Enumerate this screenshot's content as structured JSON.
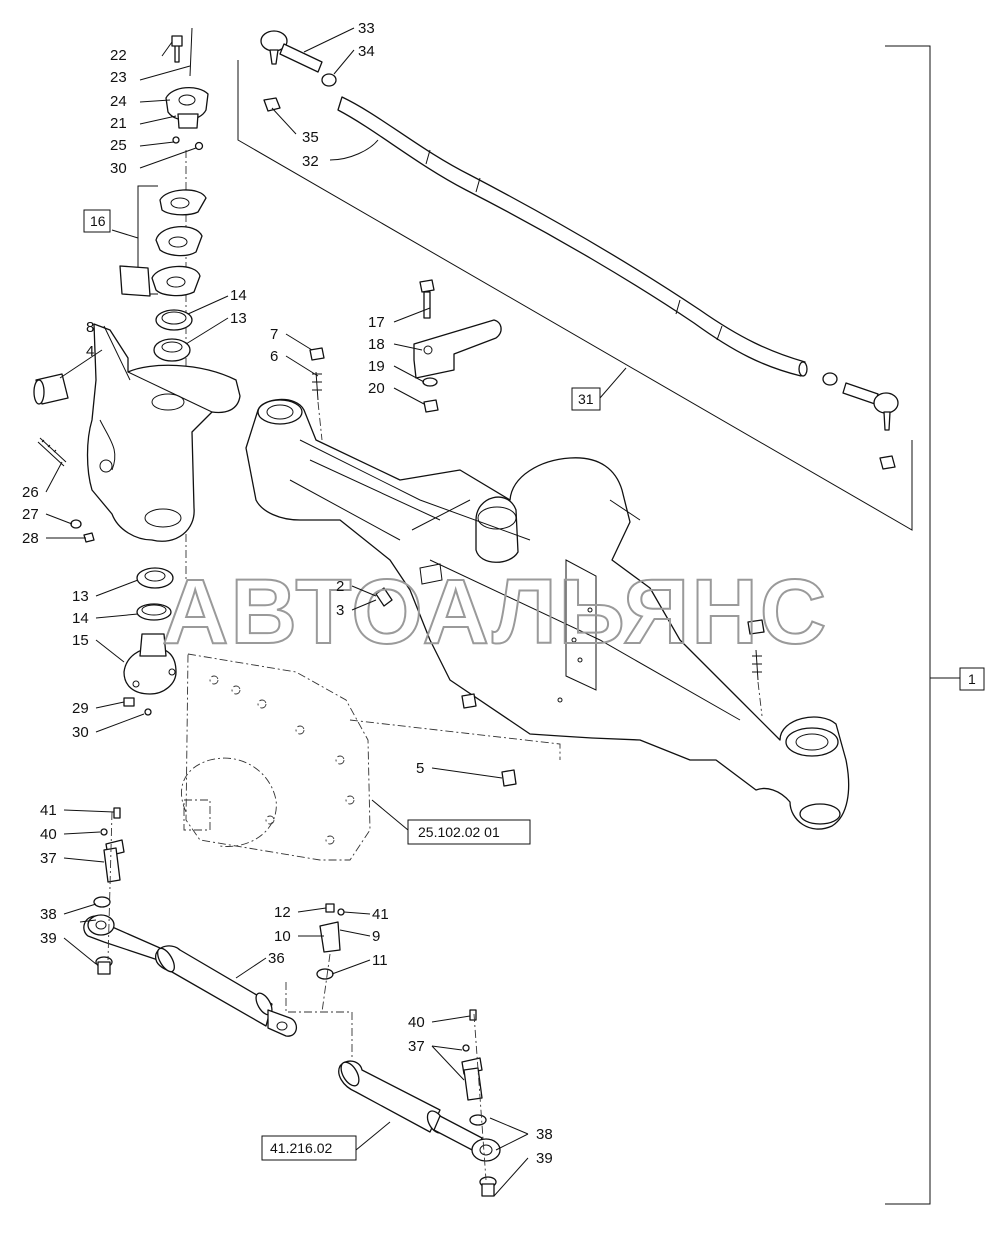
{
  "watermark": "АВТОАЛЬЯНС",
  "callouts": {
    "c22": "22",
    "c23": "23",
    "c24": "24",
    "c21": "21",
    "c25": "25",
    "c30a": "30",
    "c33": "33",
    "c34": "34",
    "c35": "35",
    "c32": "32",
    "c14a": "14",
    "c13a": "13",
    "c8": "8",
    "c4": "4",
    "c7": "7",
    "c6": "6",
    "c17": "17",
    "c18": "18",
    "c19": "19",
    "c20": "20",
    "c26": "26",
    "c27": "27",
    "c28": "28",
    "c13b": "13",
    "c14b": "14",
    "c15": "15",
    "c2": "2",
    "c3": "3",
    "c29": "29",
    "c30b": "30",
    "c5": "5",
    "c41a": "41",
    "c40a": "40",
    "c37a": "37",
    "c38a": "38",
    "c39a": "39",
    "c36": "36",
    "c12": "12",
    "c41b": "41",
    "c10": "10",
    "c9": "9",
    "c11": "11",
    "c40b": "40",
    "c37b": "37",
    "c38b": "38",
    "c39b": "39"
  },
  "boxed_refs": {
    "ref16": "16",
    "ref31": "31",
    "ref1": "1",
    "ref_final_drive": "25.102.02 01",
    "ref_cylinder": "41.216.02"
  },
  "colors": {
    "line": "#111111",
    "watermark": "#9a9a9a",
    "background": "#ffffff"
  }
}
